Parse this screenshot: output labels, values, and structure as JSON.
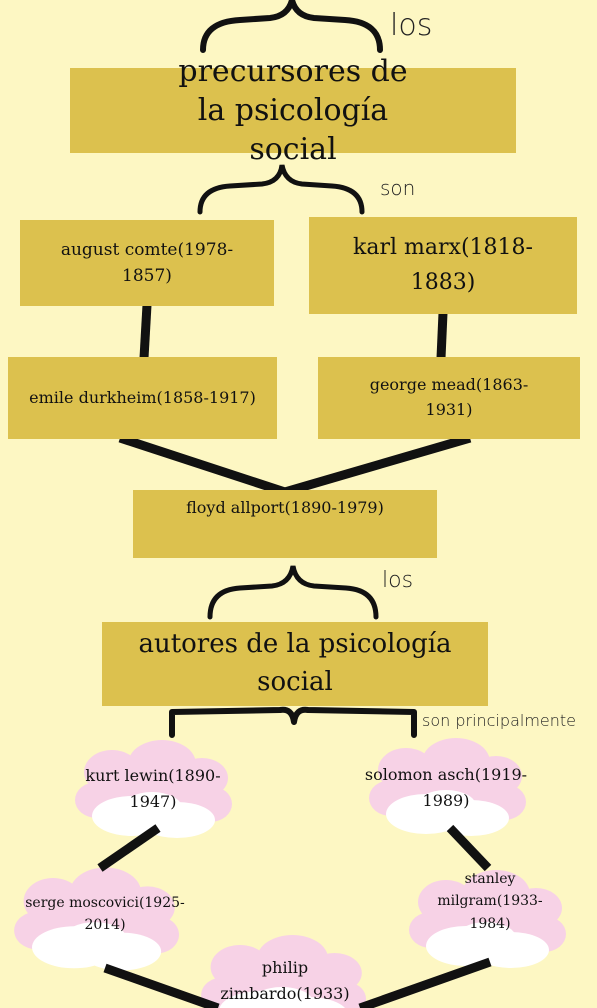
{
  "labels": {
    "los_top": "los",
    "son": "son",
    "los_mid": "los",
    "son_principalmente": "son principalmente"
  },
  "boxes": {
    "precursores": "precursores de la psicología social",
    "comte": "august comte(1978-1857)",
    "marx": "karl marx(1818-1883)",
    "durkheim": "emile durkheim(1858-1917)",
    "mead": "george mead(1863-1931)",
    "allport": "floyd allport(1890-1979)",
    "autores": "autores de la psicología social"
  },
  "clouds": {
    "lewin": "kurt lewin(1890-1947)",
    "asch": "solomon asch(1919-1989)",
    "moscovici": "serge moscovici(1925-2014)",
    "milgram": "stanley milgram(1933-1984)",
    "zimbardo": "philip zimbardo(1933)"
  },
  "colors": {
    "background": "#fdf7c3",
    "box": "#dcc14e",
    "cloud": "#f7d2e6",
    "line": "#111111"
  }
}
